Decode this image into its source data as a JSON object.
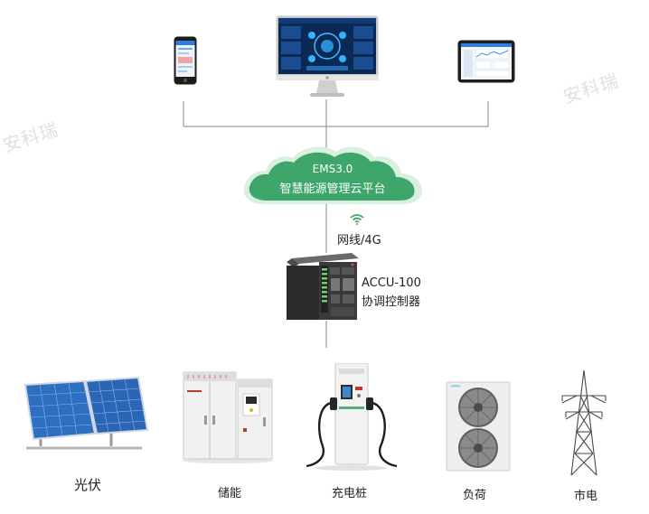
{
  "watermark": {
    "text_left": "安科瑞",
    "text_right": "安科瑞"
  },
  "cloud": {
    "line1": "EMS3.0",
    "line2": "智慧能源管理云平台"
  },
  "network": {
    "label": "网线/4G"
  },
  "controller": {
    "line1": "ACCU-100",
    "line2": "协调控制器"
  },
  "devices": {
    "pv": "光伏",
    "storage": "储能",
    "charger": "充电桩",
    "load": "负荷",
    "grid": "市电"
  },
  "colors": {
    "cloud_green": "#3ea66a",
    "cloud_light": "#d9efe0",
    "line_gray": "#9a9a9a"
  }
}
